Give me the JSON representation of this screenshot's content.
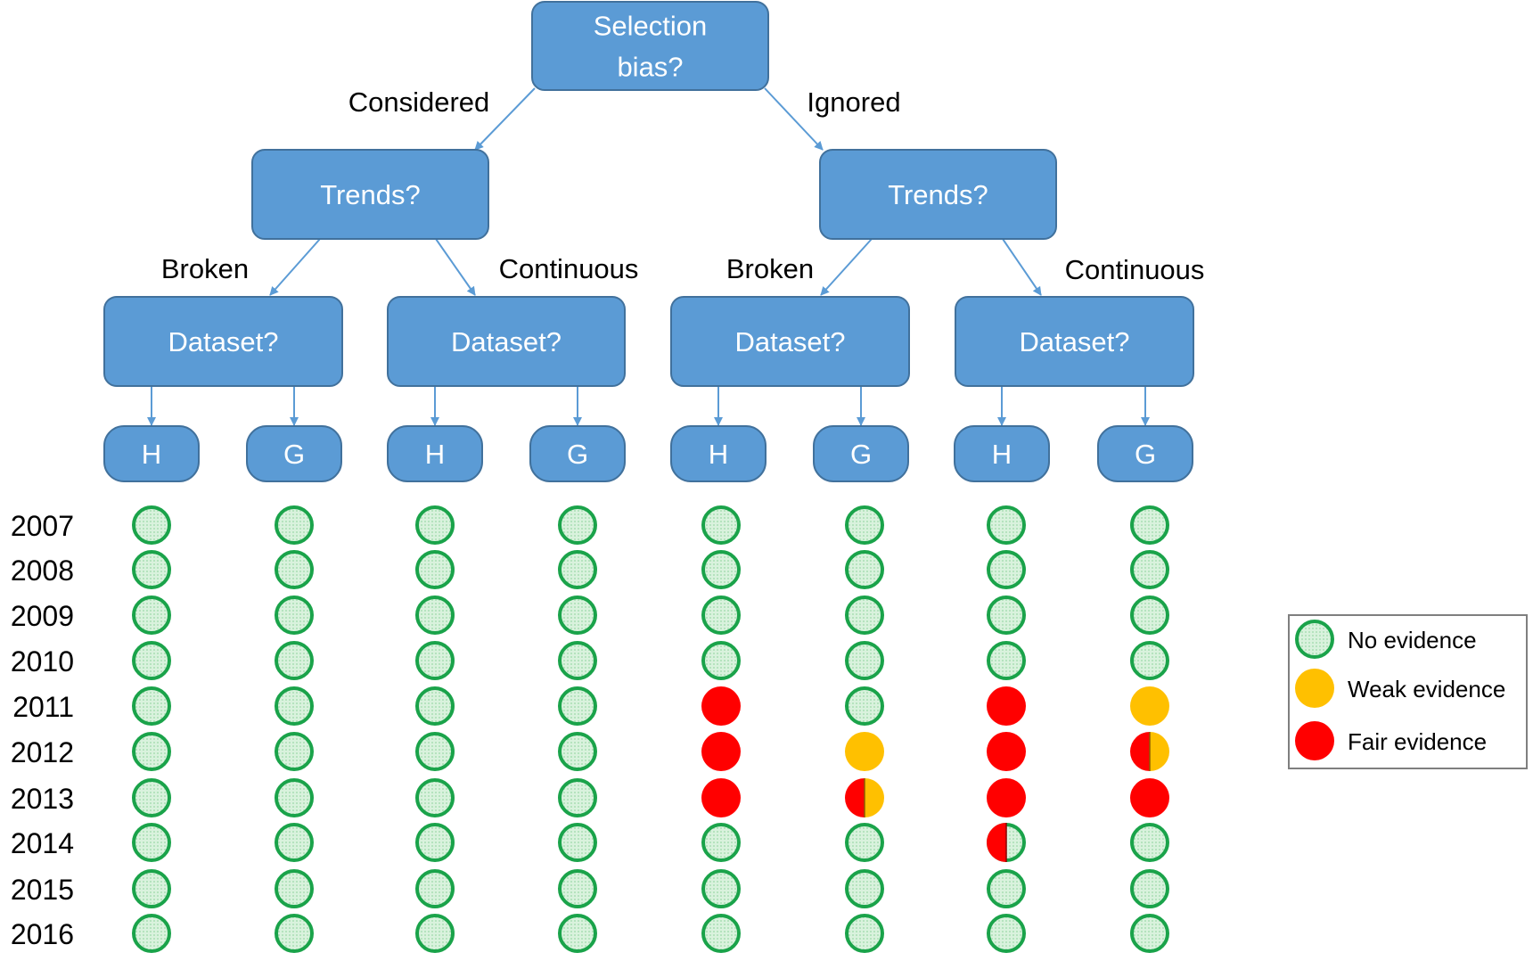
{
  "colors": {
    "node_fill": "#5b9bd5",
    "node_stroke": "#41719c",
    "arrow": "#5b9bd5",
    "no_evidence_fill": "#d9f2dd",
    "no_evidence_ring": "#1aa34a",
    "weak": "#ffc000",
    "fair": "#ff0000",
    "legend_border": "#7f7f7f"
  },
  "tree": {
    "root": {
      "label_lines": [
        "Selection",
        "bias?"
      ]
    },
    "root_edges": {
      "left": "Considered",
      "right": "Ignored"
    },
    "trends_nodes": [
      {
        "label": "Trends?",
        "edges": {
          "left": "Broken",
          "right": "Continuous"
        }
      },
      {
        "label": "Trends?",
        "edges": {
          "left": "Broken",
          "right": "Continuous"
        }
      }
    ],
    "dataset_nodes": [
      "Dataset?",
      "Dataset?",
      "Dataset?",
      "Dataset?"
    ],
    "leaf_nodes": [
      "H",
      "G",
      "H",
      "G",
      "H",
      "G",
      "H",
      "G"
    ]
  },
  "years": [
    "2007",
    "2008",
    "2009",
    "2010",
    "2011",
    "2012",
    "2013",
    "2014",
    "2015",
    "2016"
  ],
  "evidence_matrix": [
    [
      "none",
      "none",
      "none",
      "none",
      "none",
      "none",
      "none",
      "none",
      "none",
      "none"
    ],
    [
      "none",
      "none",
      "none",
      "none",
      "none",
      "none",
      "none",
      "none",
      "none",
      "none"
    ],
    [
      "none",
      "none",
      "none",
      "none",
      "none",
      "none",
      "none",
      "none",
      "none",
      "none"
    ],
    [
      "none",
      "none",
      "none",
      "none",
      "none",
      "none",
      "none",
      "none",
      "none",
      "none"
    ],
    [
      "none",
      "none",
      "none",
      "none",
      "fair",
      "fair",
      "fair",
      "none",
      "none",
      "none"
    ],
    [
      "none",
      "none",
      "none",
      "none",
      "none",
      "weak",
      "fair-weak",
      "none",
      "none",
      "none"
    ],
    [
      "none",
      "none",
      "none",
      "none",
      "fair",
      "fair",
      "fair",
      "fair-none",
      "none",
      "none"
    ],
    [
      "none",
      "none",
      "none",
      "none",
      "weak",
      "fair-weak",
      "fair",
      "none",
      "none",
      "none"
    ]
  ],
  "legend": [
    {
      "type": "none",
      "label": "No evidence"
    },
    {
      "type": "weak",
      "label": "Weak evidence"
    },
    {
      "type": "fair",
      "label": "Fair evidence"
    }
  ]
}
